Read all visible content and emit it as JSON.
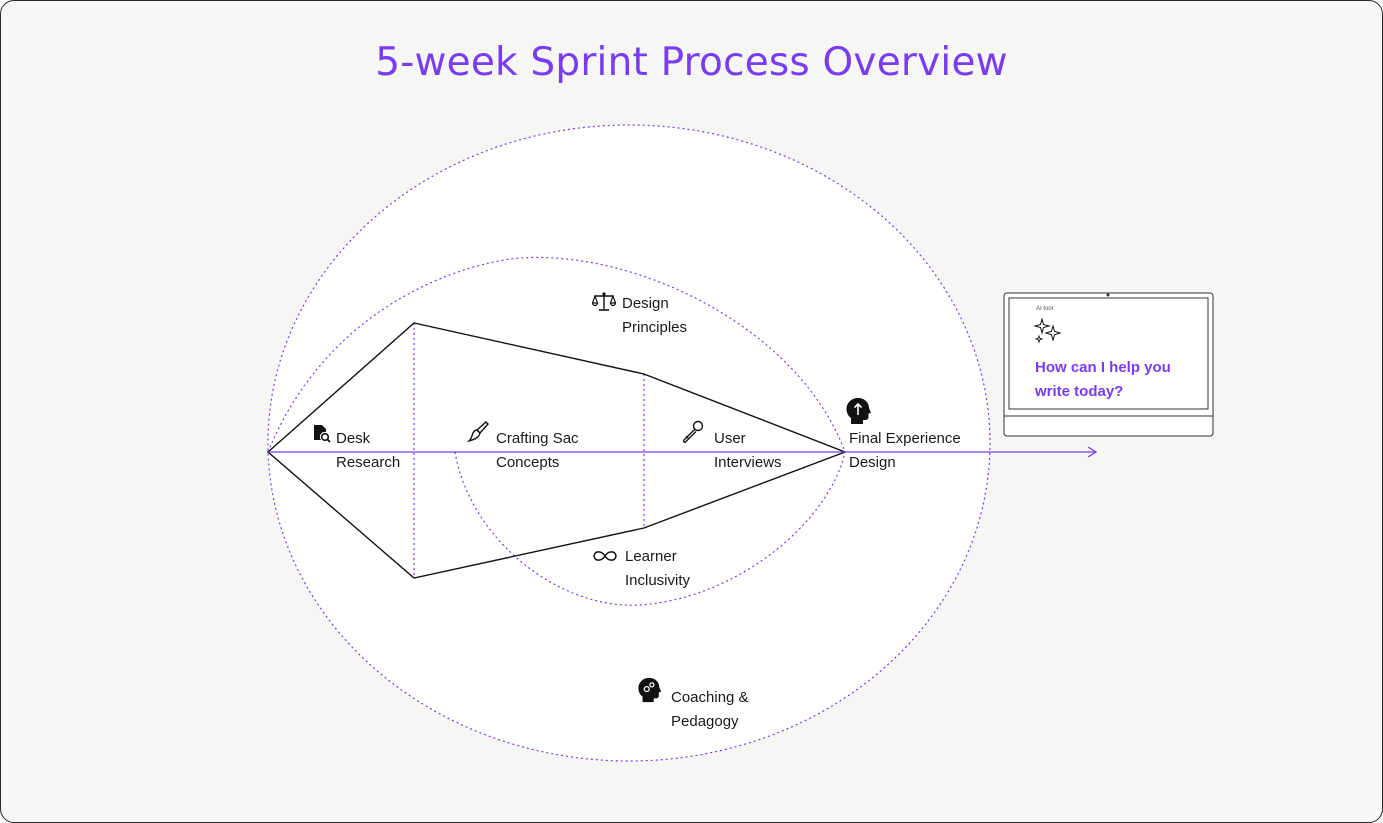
{
  "title": "5-week Sprint Process Overview",
  "colors": {
    "accent": "#7a3cf0",
    "line": "#111111",
    "background": "#f6f6f4"
  },
  "nodes": {
    "desk_research": {
      "line1": "Desk",
      "line2": "Research",
      "icon": "document-search-icon"
    },
    "crafting": {
      "line1": "Crafting Sac",
      "line2": "Concepts",
      "icon": "paintbrush-icon"
    },
    "user_interviews": {
      "line1": "User",
      "line2": "Interviews",
      "icon": "microphone-icon"
    },
    "final": {
      "line1": "Final Experience",
      "line2": "Design",
      "icon": "head-arrow-icon"
    },
    "design_principles": {
      "line1": "Design",
      "line2": "Principles",
      "icon": "balance-scale-icon"
    },
    "learner": {
      "line1": "Learner",
      "line2": "Inclusivity",
      "icon": "infinity-icon"
    },
    "coaching": {
      "line1": "Coaching &",
      "line2": "Pedagogy",
      "icon": "head-gears-icon"
    }
  },
  "laptop": {
    "app_label": "AI tool",
    "prompt_line1": "How can I help you",
    "prompt_line2": "write today?",
    "icon": "sparkles-icon"
  }
}
